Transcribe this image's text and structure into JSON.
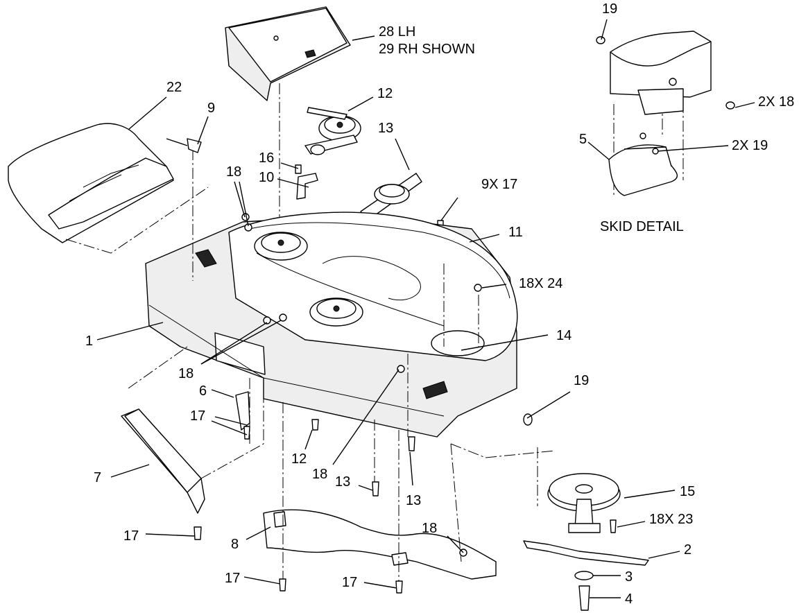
{
  "callouts": {
    "c28": "28 LH",
    "c29": "29 RH SHOWN",
    "c22": "22",
    "c9": "9",
    "c12a": "12",
    "c13a": "13",
    "c16": "16",
    "c10": "10",
    "c18a": "18",
    "c9x17": "9X 17",
    "c11": "11",
    "c18x24": "18X 24",
    "c1": "1",
    "c14": "14",
    "c18b": "18",
    "c19b": "19",
    "c6": "6",
    "c17a": "17",
    "c12b": "12",
    "c18c": "18",
    "c7": "7",
    "c13b": "13",
    "c13c": "13",
    "c15": "15",
    "c18x23": "18X 23",
    "c17b": "17",
    "c8": "8",
    "c18d": "18",
    "c2": "2",
    "c3": "3",
    "c17c": "17",
    "c17d": "17",
    "c4": "4",
    "c19a": "19",
    "c2x18": "2X 18",
    "c5": "5",
    "c2x19": "2X 19",
    "skid_detail": "SKID DETAIL"
  }
}
